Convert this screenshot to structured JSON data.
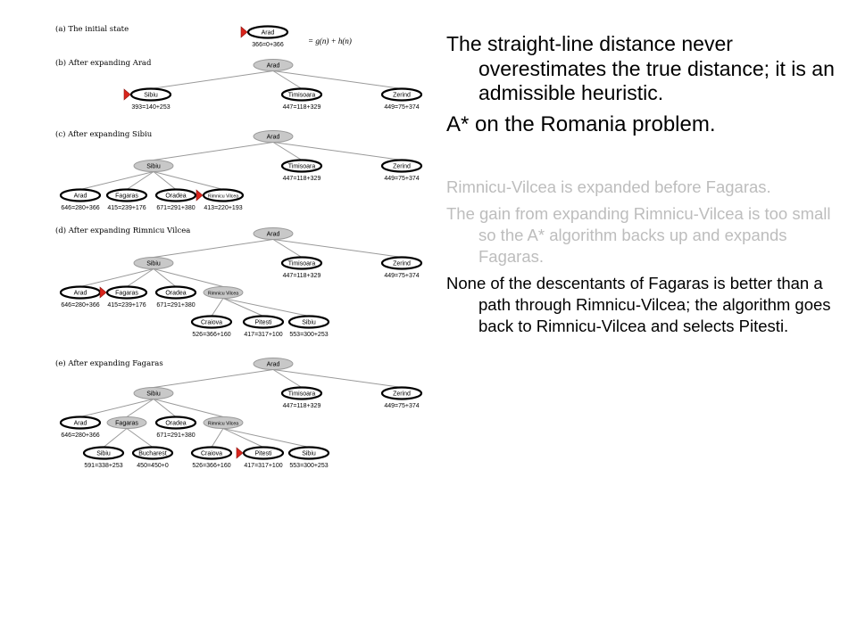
{
  "diagram": {
    "formula": "= g(n) + h(n)",
    "panels": [
      {
        "label": "(a) The initial state",
        "nodes": [
          {
            "id": "a0",
            "name": "Arad",
            "value": "366=0+366",
            "marker": true,
            "shaded": false
          }
        ],
        "edges": []
      },
      {
        "label": "(b) After expanding Arad",
        "nodes": [
          {
            "id": "b0",
            "name": "Arad",
            "shaded": true
          },
          {
            "id": "b1",
            "name": "Sibiu",
            "value": "393=140+253",
            "marker": true
          },
          {
            "id": "b2",
            "name": "Timisoara",
            "value": "447=118+329"
          },
          {
            "id": "b3",
            "name": "Zerind",
            "value": "449=75+374"
          }
        ],
        "edges": [
          [
            "b0",
            "b1"
          ],
          [
            "b0",
            "b2"
          ],
          [
            "b0",
            "b3"
          ]
        ]
      },
      {
        "label": "(c) After expanding Sibiu",
        "nodes": [
          {
            "id": "c0",
            "name": "Arad",
            "shaded": true
          },
          {
            "id": "c1",
            "name": "Sibiu",
            "shaded": true
          },
          {
            "id": "c2",
            "name": "Timisoara",
            "value": "447=118+329"
          },
          {
            "id": "c3",
            "name": "Zerind",
            "value": "449=75+374"
          },
          {
            "id": "c4",
            "name": "Arad",
            "value": "646=280+366"
          },
          {
            "id": "c5",
            "name": "Fagaras",
            "value": "415=239+176"
          },
          {
            "id": "c6",
            "name": "Oradea",
            "value": "671=291+380"
          },
          {
            "id": "c7",
            "name": "Rimnicu Vilcea",
            "value": "413=220+193",
            "marker": true,
            "small": true
          }
        ],
        "edges": [
          [
            "c0",
            "c1"
          ],
          [
            "c0",
            "c2"
          ],
          [
            "c0",
            "c3"
          ],
          [
            "c1",
            "c4"
          ],
          [
            "c1",
            "c5"
          ],
          [
            "c1",
            "c6"
          ],
          [
            "c1",
            "c7"
          ]
        ]
      },
      {
        "label": "(d) After expanding Rimnicu Vilcea",
        "nodes": [
          {
            "id": "d0",
            "name": "Arad",
            "shaded": true
          },
          {
            "id": "d1",
            "name": "Sibiu",
            "shaded": true
          },
          {
            "id": "d2",
            "name": "Timisoara",
            "value": "447=118+329"
          },
          {
            "id": "d3",
            "name": "Zerind",
            "value": "449=75+374"
          },
          {
            "id": "d4",
            "name": "Arad",
            "value": "646=280+366"
          },
          {
            "id": "d5",
            "name": "Fagaras",
            "value": "415=239+176",
            "marker": true
          },
          {
            "id": "d6",
            "name": "Oradea",
            "value": "671=291+380"
          },
          {
            "id": "d7",
            "name": "Rimnicu Vilcea",
            "shaded": true,
            "small": true
          },
          {
            "id": "d8",
            "name": "Craiova",
            "value": "526=366+160"
          },
          {
            "id": "d9",
            "name": "Pitesti",
            "value": "417=317+100"
          },
          {
            "id": "d10",
            "name": "Sibiu",
            "value": "553=300+253"
          }
        ],
        "edges": [
          [
            "d0",
            "d1"
          ],
          [
            "d0",
            "d2"
          ],
          [
            "d0",
            "d3"
          ],
          [
            "d1",
            "d4"
          ],
          [
            "d1",
            "d5"
          ],
          [
            "d1",
            "d6"
          ],
          [
            "d1",
            "d7"
          ],
          [
            "d7",
            "d8"
          ],
          [
            "d7",
            "d9"
          ],
          [
            "d7",
            "d10"
          ]
        ]
      },
      {
        "label": "(e) After expanding Fagaras",
        "nodes": [
          {
            "id": "e0",
            "name": "Arad",
            "shaded": true
          },
          {
            "id": "e1",
            "name": "Sibiu",
            "shaded": true
          },
          {
            "id": "e2",
            "name": "Timisoara",
            "value": "447=118+329"
          },
          {
            "id": "e3",
            "name": "Zerind",
            "value": "449=75+374"
          },
          {
            "id": "e4",
            "name": "Arad",
            "value": "646=280+366"
          },
          {
            "id": "e5",
            "name": "Fagaras",
            "shaded": true
          },
          {
            "id": "e6",
            "name": "Oradea",
            "value": "671=291+380"
          },
          {
            "id": "e7",
            "name": "Rimnicu Vilcea",
            "shaded": true,
            "small": true
          },
          {
            "id": "e8",
            "name": "Sibiu",
            "value": "591=338+253"
          },
          {
            "id": "e9",
            "name": "Bucharest",
            "value": "450=450+0"
          },
          {
            "id": "e10",
            "name": "Craiova",
            "value": "526=366+160"
          },
          {
            "id": "e11",
            "name": "Pitesti",
            "value": "417=317+100",
            "marker": true
          },
          {
            "id": "e12",
            "name": "Sibiu",
            "value": "553=300+253"
          }
        ],
        "edges": [
          [
            "e0",
            "e1"
          ],
          [
            "e0",
            "e2"
          ],
          [
            "e0",
            "e3"
          ],
          [
            "e1",
            "e4"
          ],
          [
            "e1",
            "e5"
          ],
          [
            "e1",
            "e6"
          ],
          [
            "e1",
            "e7"
          ],
          [
            "e5",
            "e8"
          ],
          [
            "e5",
            "e9"
          ],
          [
            "e7",
            "e10"
          ],
          [
            "e7",
            "e11"
          ],
          [
            "e7",
            "e12"
          ]
        ]
      }
    ]
  },
  "text": {
    "p1": "The straight-line distance never overestimates the true distance; it is an admissible heuristic.",
    "p2": "A* on the Romania problem.",
    "p3": "Rimnicu-Vilcea is expanded before Fagaras.",
    "p4": "The gain from expanding Rimnicu-Vilcea is too small so the A* algorithm backs up and expands Fagaras.",
    "p5": "None of the descentants of Fagaras is better than a path through Rimnicu-Vilcea; the algorithm goes back to Rimnicu-Vilcea and selects Pitesti."
  }
}
